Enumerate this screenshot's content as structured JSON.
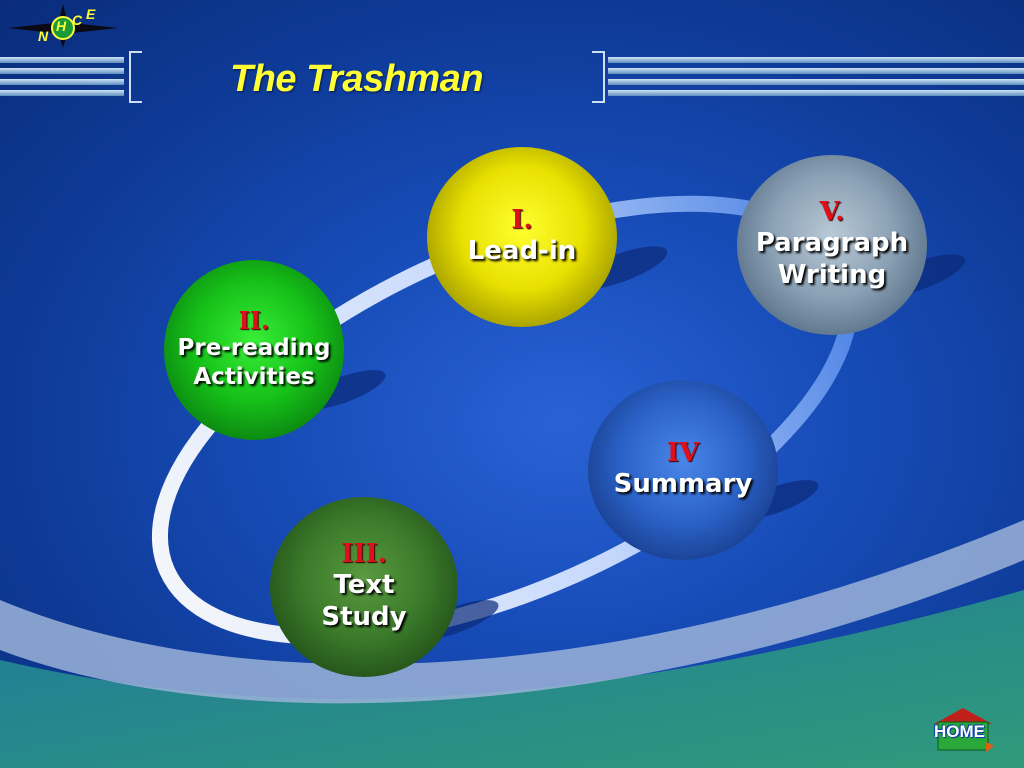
{
  "slide": {
    "title": "The Trashman",
    "logo_letters": [
      "N",
      "H",
      "C",
      "E"
    ],
    "home_label": "HOME"
  },
  "steps": [
    {
      "num": "I.",
      "lines": [
        "Lead-in"
      ],
      "color": "#e8e000"
    },
    {
      "num": "II.",
      "lines": [
        "Pre-reading",
        "Activities"
      ],
      "color": "#16c018"
    },
    {
      "num": "III.",
      "lines": [
        "Text",
        "Study"
      ],
      "color": "#3a7a2a"
    },
    {
      "num": "IV",
      "lines": [
        "Summary"
      ],
      "color": "#2b62c8"
    },
    {
      "num": "V.",
      "lines": [
        "Paragraph",
        "Writing"
      ],
      "color": "#7f97ae"
    }
  ],
  "colors": {
    "title": "#ffff33",
    "numeral": "#e0101a",
    "label": "#ffffff",
    "background": "#174cb8"
  },
  "icons": [
    "nhce-logo-icon",
    "home-icon"
  ]
}
